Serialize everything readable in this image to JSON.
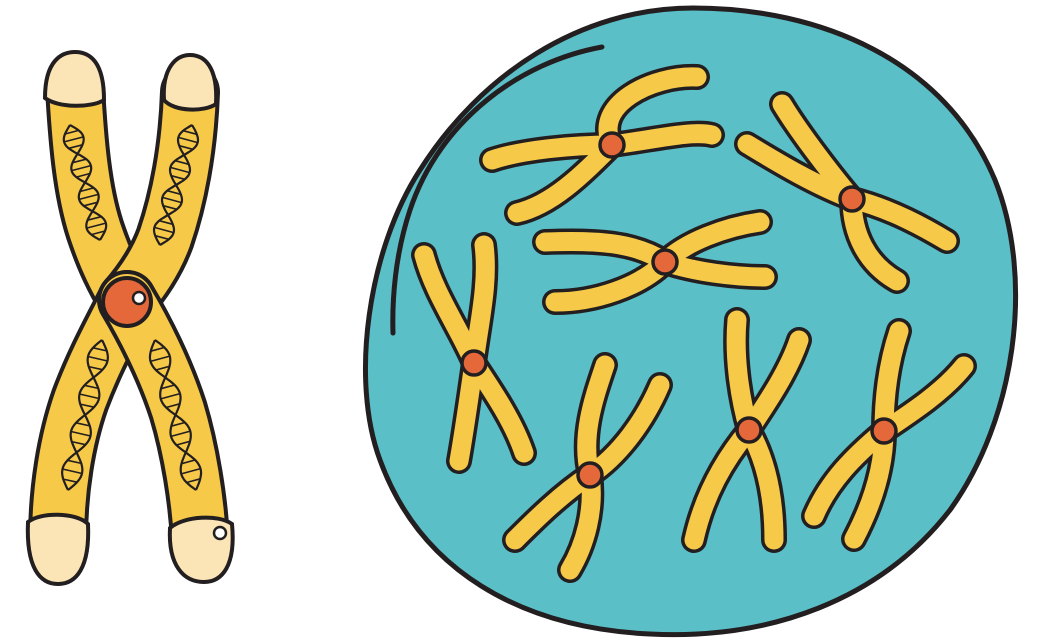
{
  "illustration": {
    "colors": {
      "background": "#ffffff",
      "outline": "#231f20",
      "chromatid": "#f7c948",
      "chromatid_tip": "#fbe5b6",
      "centromere": "#e4683a",
      "cell": "#5bbfc8",
      "dna_strand": "#231f20"
    },
    "left_chromosome": {
      "icon": "x-chromosome-with-dna-helix"
    },
    "cell": {
      "icon": "cell-nucleus",
      "chromosome_count": 7
    }
  }
}
